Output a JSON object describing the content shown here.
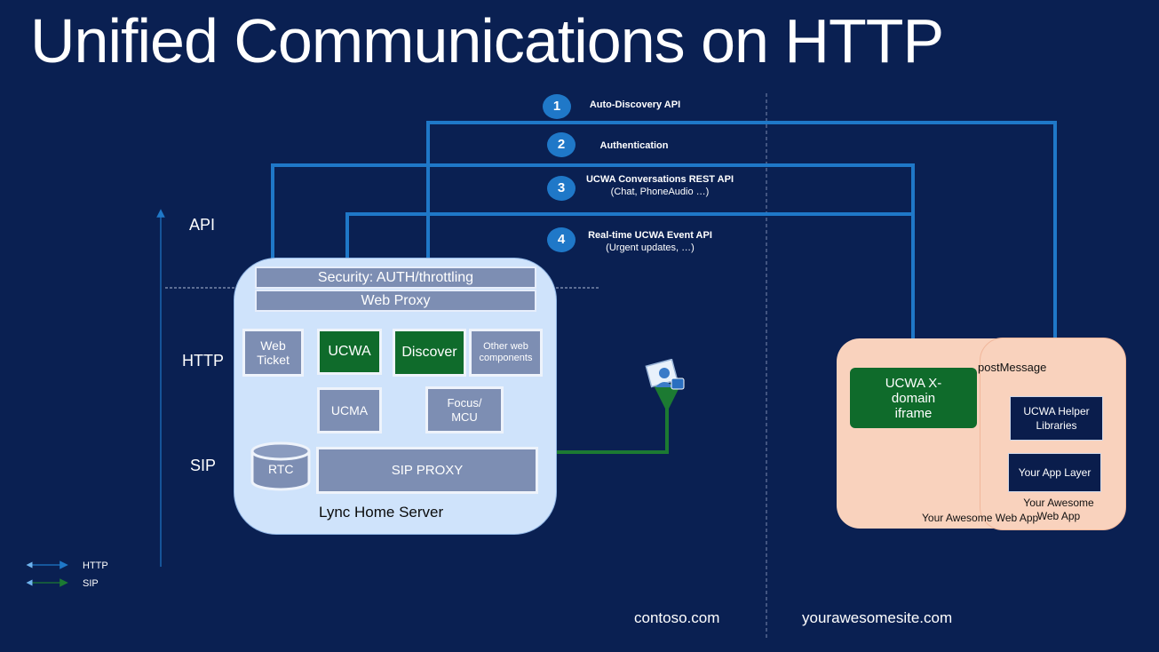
{
  "title": "Unified Communications on HTTP",
  "layers": {
    "api": "API",
    "http": "HTTP",
    "sip": "SIP"
  },
  "steps": [
    {
      "num": "1",
      "label": "Auto-Discovery API",
      "sub": ""
    },
    {
      "num": "2",
      "label": "Authentication",
      "sub": ""
    },
    {
      "num": "3",
      "label": "UCWA Conversations REST API",
      "sub": "(Chat, PhoneAudio …)"
    },
    {
      "num": "4",
      "label": "Real-time UCWA  Event API",
      "sub": "(Urgent updates, …)"
    }
  ],
  "server": {
    "security": "Security: AUTH/throttling",
    "web_proxy": "Web Proxy",
    "web_ticket": "Web Ticket",
    "ucwa": "UCWA",
    "discover": "Discover",
    "other_web": "Other web components",
    "ucma": "UCMA",
    "focus": "Focus/ MCU",
    "rtc": "RTC",
    "sip_proxy": "SIP PROXY",
    "name": "Lync Home Server"
  },
  "app": {
    "iframe": "UCWA X-domain iframe",
    "post_message": "postMessage",
    "helper": "UCWA Helper Libraries",
    "app_layer": "Your App Layer",
    "inner_name": "Your Awesome Web App",
    "outer_name": "Your Awesome Web App"
  },
  "domains": {
    "left": "contoso.com",
    "right": "yourawesomesite.com"
  },
  "legend": {
    "http": "HTTP",
    "sip": "SIP"
  },
  "colors": {
    "background": "#0a2052",
    "http": "#1f78c8",
    "sip": "#1c7a32",
    "server": "#cfe3fb",
    "app": "#f9d2bd"
  }
}
